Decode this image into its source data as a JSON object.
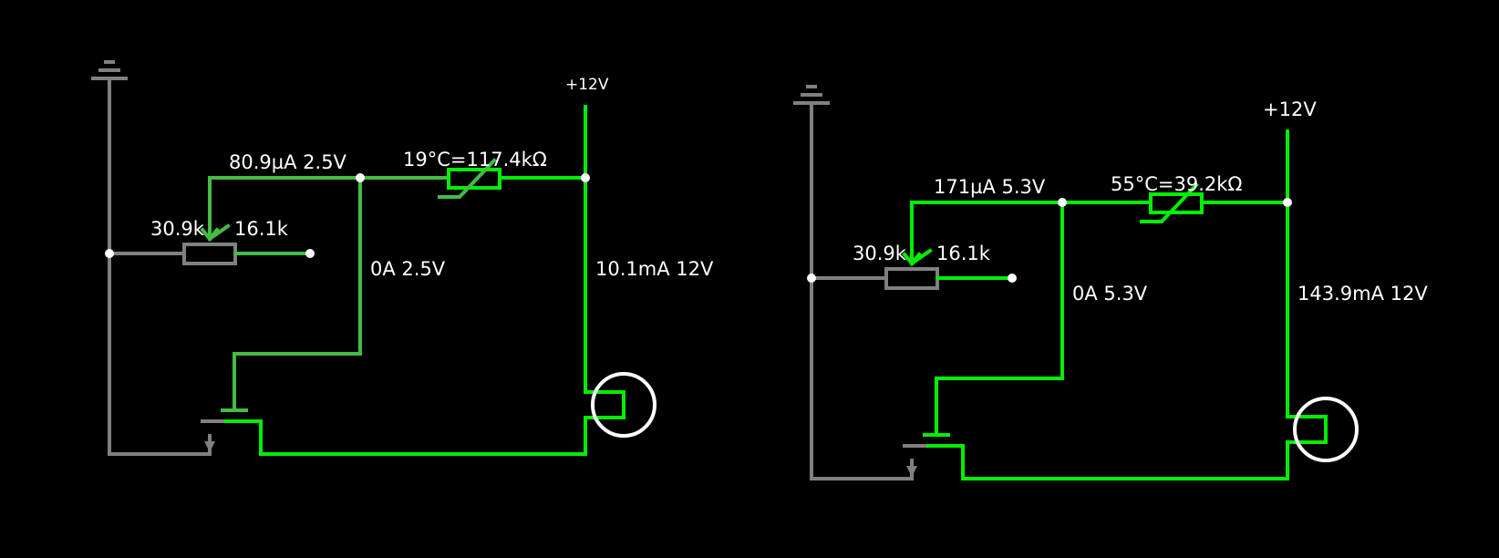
{
  "circuits": [
    {
      "supply_label": "+12V",
      "pot_current_voltage": "80.9µA 2.5V",
      "thermistor_label": "19°C=117.4kΩ",
      "pot_left": "30.9k",
      "pot_right": "16.1k",
      "gate_label": "0A 2.5V",
      "load_label": "10.1mA 12V"
    },
    {
      "supply_label": "+12V",
      "pot_current_voltage": "171µA 5.3V",
      "thermistor_label": "55°C=39.2kΩ",
      "pot_left": "30.9k",
      "pot_right": "16.1k",
      "gate_label": "0A 5.3V",
      "load_label": "143.9mA 12V"
    }
  ],
  "colors": {
    "background": "#000000",
    "wire_ground": "#808080",
    "wire_high": "#00ee00",
    "wire_mid": "#44bb44",
    "text": "#ffffff"
  }
}
